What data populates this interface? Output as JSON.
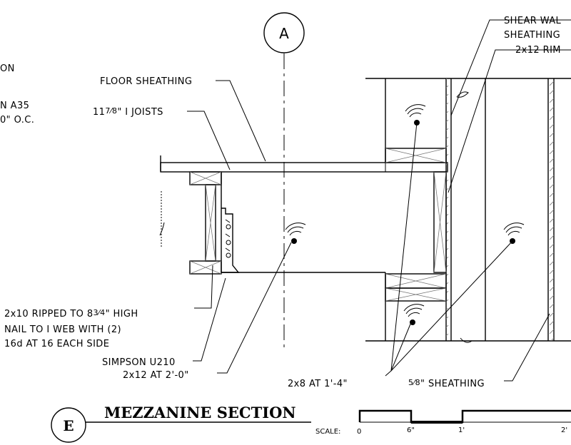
{
  "grid_bubble": "A",
  "section_bubble": "E",
  "title": "MEZZANINE SECTION",
  "scale": {
    "label": "SCALE:",
    "ticks": [
      "0",
      "6\"",
      "1'",
      "2'"
    ]
  },
  "clipped_labels": {
    "on": "ON",
    "a35": "N A35",
    "oc": "0\" O.C."
  },
  "callouts": {
    "shear_wall_1": "SHEAR WAL",
    "shear_wall_2": "SHEATHING",
    "rim": "2x12 RIM",
    "floor_sheathing": "FLOOR SHEATHING",
    "i_joists_num": "11",
    "i_joists_frac": "7⁄8",
    "i_joists_rest": "\" I JOISTS",
    "ripped_1": "2x10 RIPPED TO 8",
    "ripped_frac": "3⁄4",
    "ripped_rest": "\" HIGH",
    "ripped_2": "NAIL TO I WEB WITH (2)",
    "ripped_3": "16d AT 16 EACH SIDE",
    "simpson": "SIMPSON U210",
    "joist_2x12": "2x12 AT 2'-0\"",
    "studs_2x8": "2x8 AT 1'-4\"",
    "sheathing_frac": "5⁄8",
    "sheathing_rest": "\" SHEATHING"
  }
}
